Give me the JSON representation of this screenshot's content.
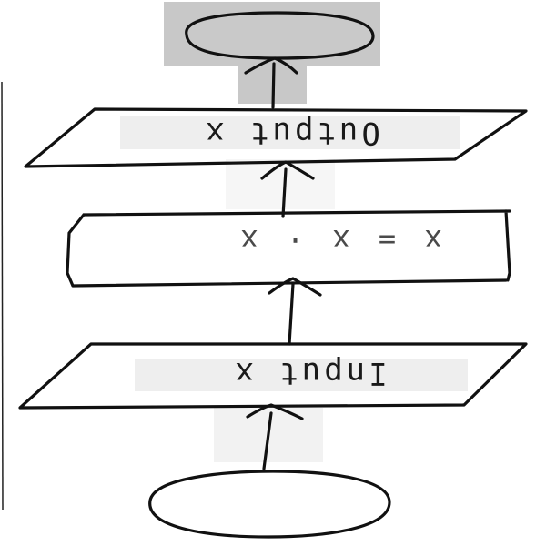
{
  "diagram": {
    "orientation": "rotated-180",
    "style": "hand-drawn flowchart",
    "nodes": [
      {
        "id": "start",
        "shape": "oval",
        "label": ""
      },
      {
        "id": "input",
        "shape": "parallelogram",
        "label": "Input x"
      },
      {
        "id": "process",
        "shape": "rectangle",
        "label": "x = x · x"
      },
      {
        "id": "output",
        "shape": "parallelogram",
        "label": "Output x"
      },
      {
        "id": "end",
        "shape": "oval",
        "label": ""
      }
    ],
    "edges": [
      {
        "from": "start",
        "to": "input"
      },
      {
        "from": "input",
        "to": "process"
      },
      {
        "from": "process",
        "to": "output"
      },
      {
        "from": "output",
        "to": "end"
      }
    ]
  },
  "colors": {
    "ink": "#111111",
    "highlight_gray": "#c8c8c8",
    "light_gray": "#eeeeee",
    "oval_fill": "#c9c9c9"
  }
}
